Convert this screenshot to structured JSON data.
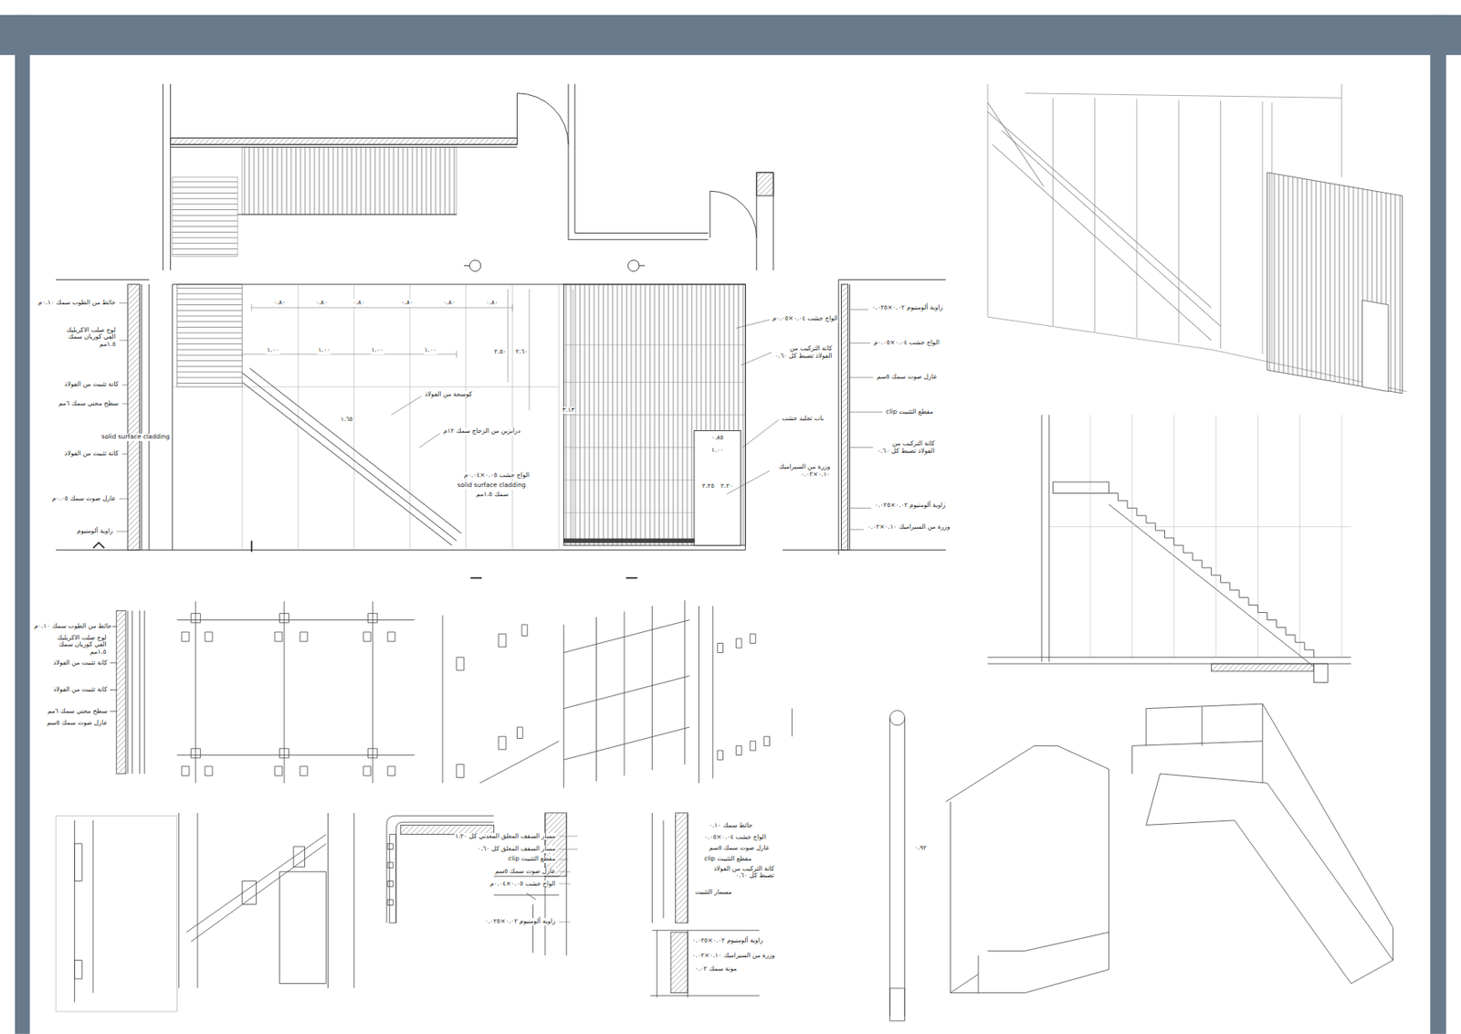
{
  "diagram": {
    "labels": [
      "حائط من الطوب سمك ٠.١٠م",
      "لوح صلب الاكريليك الفي كوريان سمك ١.٥مم",
      "كانة تثبيت من الفولاذ",
      "سطح محني سمك ٦مم",
      "solid surface cladding",
      "كانة تثبيت من الفولاذ",
      "عازل صوت سمك ٠.٠٥م",
      "زاوية ألومنيوم",
      "٠.٨٠",
      "٠.٨٠",
      "٠.٨٠",
      "٠.٨٠",
      "٠.٨٠",
      "٠.٨٠",
      "١.٠٠",
      "١.٠٠",
      "١.٠٠",
      "١.٠٠",
      "٢.٥٠",
      "٢.٦٠",
      "١.٦٥",
      "كوسحة من الفولاذ",
      "درابزين من الزجاج سمك ١٢م",
      "الواح خشب ٠.٠٥×٠.٠٤م",
      "solid surface cladding",
      "سمك ١.٥مم",
      "٣.١٣",
      "الواح خشب ٠.٠٤×٠.٠٥م",
      "كانة التركيب من الفولاذ تضبط كل ٠.٦٠",
      "باب تجليد خشب",
      "وزرة من السيراميك ٠.١٠×٠.٠٢",
      "٠.٨٥",
      "١.٠٠",
      "٢.٢٥",
      "٢.٢٠",
      "زاوية ألومنيوم ٠.٠٢×٠.٠٢٥",
      "الواح خشب ٠.٠٤×٠.٠٥م",
      "عازل صوت سمك ٥سم",
      "مقطع التثبيت clip",
      "كانة التركيب من الفولاذ تضبط كل ٠.٦٠",
      "زاوية ألومنيوم ٠.٠٢×٠.٠٢٥",
      "وزرة من السيراميك ٠.١٠×٠.٠٢",
      "حائط من الطوب سمك ٠.١٠م",
      "لوح صلب الاكريليك الفي كوريان سمك ١.٥مم",
      "كانة تثبيت من الفولاذ",
      "كانة تثبيت من الفولاذ",
      "سطح محني سمك ٦مم",
      "عازل صوت سمك ٥سم",
      "مسار السقف المعلق المعدني كل ١.٢٠",
      "مسار السقف المعلق كل ٠.٦٠",
      "مقطع التثبيت clip",
      "عازل صوت سمك ٥سم",
      "الواح خشب ٠.٠٥×٠.٠٤م",
      "زاوية ألومنيوم ٠.٠٢×٠.٠٢٥",
      "حائط سمك ٠.١٠",
      "الواح خشب ٠.٠٤×٠.٠٥",
      "عازل صوت سمك ٥سم",
      "مقطع التثبيت clip",
      "كانة التركيب من الفولاذ تضبط كل ٠.٦٠",
      "مسمار التثبيت",
      "زاوية ألومنيوم ٠.٠٢×٠.٠٢٥",
      "وزرة من السيراميك ٠.١٠×٠.٠٢",
      "مونة سمك ٠.٠٢",
      "٠.٩٢"
    ]
  }
}
